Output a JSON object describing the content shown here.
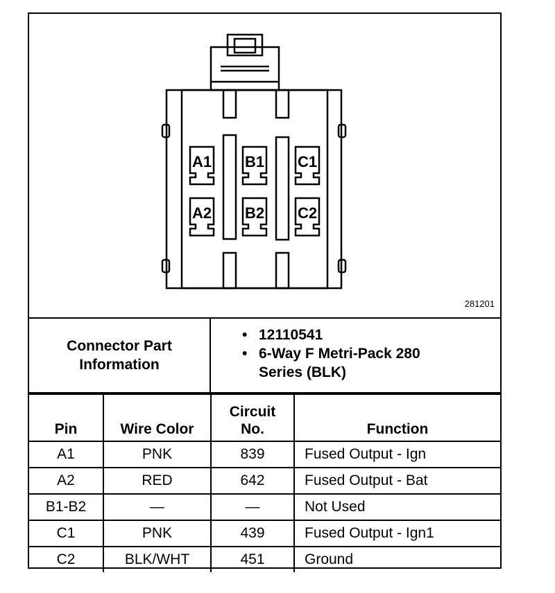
{
  "figure_id": "281201",
  "connector": {
    "cavity_labels": [
      "A1",
      "B1",
      "C1",
      "A2",
      "B2",
      "C2"
    ]
  },
  "part_info": {
    "label": "Connector Part Information",
    "bullet": "•",
    "items": [
      "12110541",
      "6-Way F Metri-Pack 280 Series (BLK)"
    ]
  },
  "table": {
    "headers": [
      "Pin",
      "Wire Color",
      "Circuit No.",
      "Function"
    ],
    "rows": [
      [
        "A1",
        "PNK",
        "839",
        "Fused Output - Ign"
      ],
      [
        "A2",
        "RED",
        "642",
        "Fused Output - Bat"
      ],
      [
        "B1-B2",
        "—",
        "—",
        "Not Used"
      ],
      [
        "C1",
        "PNK",
        "439",
        "Fused Output - Ign1"
      ],
      [
        "C2",
        "BLK/WHT",
        "451",
        "Ground"
      ]
    ]
  }
}
